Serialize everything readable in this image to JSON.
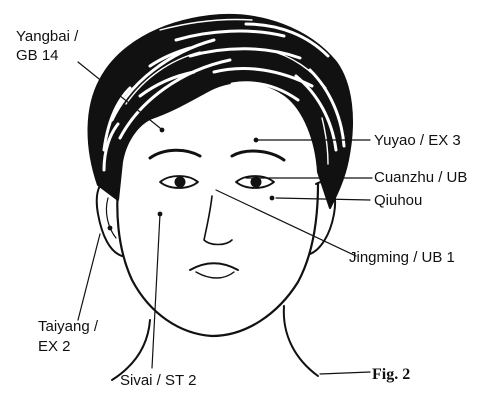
{
  "figure": {
    "caption": "Fig. 2"
  },
  "labels": {
    "yangbai": [
      "Yangbai /",
      "GB 14"
    ],
    "yuyao": "Yuyao / EX 3",
    "cuanzhu": "Cuanzhu / UB",
    "qiuhou": "Qiuhou",
    "jingming": "Jingming / UB 1",
    "taiyang": [
      "Taiyang /",
      "EX 2"
    ],
    "sivai": "Sivai / ST 2"
  },
  "colors": {
    "ink": "#111111",
    "paper": "#ffffff",
    "hair_highlight": "#ffffff"
  },
  "icons": {
    "illustration": "face-acupoint-drawing"
  }
}
